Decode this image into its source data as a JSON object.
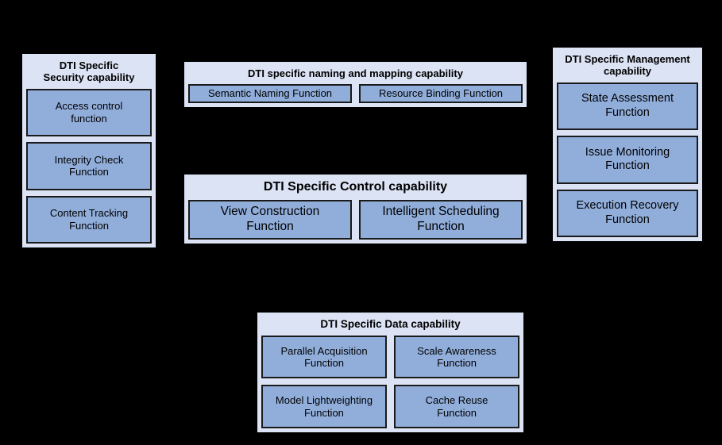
{
  "diagram": {
    "background_color": "#000000",
    "capability_fill": "#dce3f4",
    "function_fill": "#91aedb",
    "border_color": "#000000",
    "capabilities": [
      {
        "id": "security",
        "title": "DTI Specific\nSecurity capability",
        "layout": "stack",
        "functions": [
          {
            "label": "Access control\nfunction"
          },
          {
            "label": "Integrity Check\nFunction"
          },
          {
            "label": "Content Tracking\nFunction"
          }
        ]
      },
      {
        "id": "naming",
        "title": "DTI specific naming and mapping capability",
        "layout": "row",
        "functions": [
          {
            "label": "Semantic Naming Function"
          },
          {
            "label": "Resource Binding Function"
          }
        ]
      },
      {
        "id": "control",
        "title": "DTI Specific Control capability",
        "layout": "row",
        "functions": [
          {
            "label": "View Construction\nFunction"
          },
          {
            "label": "Intelligent Scheduling\nFunction"
          }
        ]
      },
      {
        "id": "management",
        "title": "DTI Specific Management\ncapability",
        "layout": "stack",
        "functions": [
          {
            "label": "State Assessment\nFunction"
          },
          {
            "label": "Issue Monitoring\nFunction"
          },
          {
            "label": "Execution Recovery\nFunction"
          }
        ]
      },
      {
        "id": "data",
        "title": "DTI Specific Data capability",
        "layout": "grid",
        "functions": [
          {
            "label": "Parallel Acquisition\nFunction"
          },
          {
            "label": "Scale Awareness\nFunction"
          },
          {
            "label": "Model Lightweighting\nFunction"
          },
          {
            "label": "Cache Reuse\nFunction"
          }
        ]
      }
    ]
  }
}
